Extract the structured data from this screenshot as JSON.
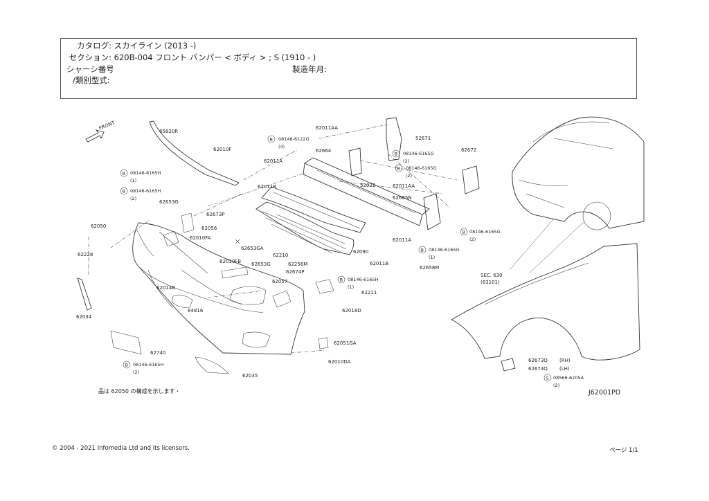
{
  "header": {
    "catalog_label": "カタログ:",
    "catalog_value": "スカイライン (2013 -)",
    "section_label": "セクション:",
    "section_value": "620B-004 フロント バンパー < ボディ > ; S (1910 - )",
    "chassis_label": "シャーシ番号",
    "chassis_value": "",
    "production_label": "製造年月:",
    "production_value": "",
    "model_label": "/類別型式:",
    "model_value": ""
  },
  "diagram": {
    "front_label": "FRONT",
    "part_labels": [
      "65820R",
      "62010F",
      "62011AA",
      "52671",
      "62664",
      "62672",
      "62011A",
      "62011B",
      "52022",
      "62011AA",
      "62665N",
      "62050",
      "62653G",
      "62673P",
      "62056",
      "62010FA",
      "62228",
      "62653GA",
      "62210",
      "62010FB",
      "62653G",
      "62256M",
      "62674P",
      "62057",
      "62090",
      "62011B",
      "62658M",
      "62011A",
      "62211",
      "62014B",
      "84816",
      "62034",
      "62018D",
      "62051GA",
      "62740",
      "62010DA",
      "62035",
      "62673Q",
      "(RH)",
      "62674Q",
      "(LH)"
    ],
    "circled_parts": [
      {
        "symbol": "B",
        "code": "08146-6122G",
        "qty": "(4)"
      },
      {
        "symbol": "B",
        "code": "08146-6165H",
        "qty": "(1)"
      },
      {
        "symbol": "B",
        "code": "08146-6165H",
        "qty": "(2)"
      },
      {
        "symbol": "B",
        "code": "08146-6165G",
        "qty": "(2)"
      },
      {
        "symbol": "B",
        "code": "08146-6165G",
        "qty": "(2)"
      },
      {
        "symbol": "B",
        "code": "08146-6165G",
        "qty": "(2)"
      },
      {
        "symbol": "B",
        "code": "08146-6165G",
        "qty": "(1)"
      },
      {
        "symbol": "B",
        "code": "08146-6165H",
        "qty": "(1)"
      },
      {
        "symbol": "B",
        "code": "08146-6165H",
        "qty": "(2)"
      },
      {
        "symbol": "S",
        "code": "08566-6205A",
        "qty": "(2)"
      }
    ],
    "sec_label": "SEC. 630",
    "sec_sub": "(63101)",
    "diagram_code": "J62001PD",
    "note": "品は 62050 の構成を示します・"
  },
  "footer": {
    "copyright": "© 2004 - 2021 Infomedia Ltd and its licensors.",
    "page": "ページ 1/1"
  }
}
